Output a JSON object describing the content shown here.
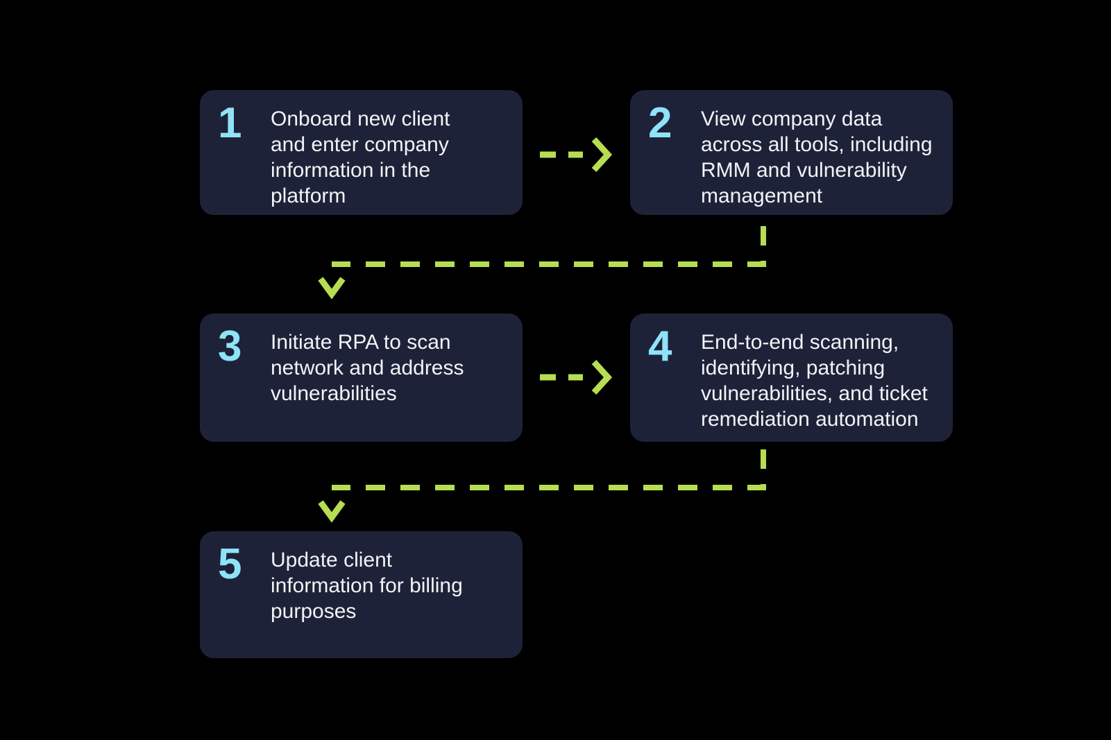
{
  "diagram": {
    "type": "process-flow",
    "steps": [
      {
        "number": "1",
        "text": "Onboard new client\nand enter company\ninformation in the\nplatform"
      },
      {
        "number": "2",
        "text": "View company data\nacross all tools, including\nRMM and vulnerability\nmanagement"
      },
      {
        "number": "3",
        "text": "Initiate RPA to scan\nnetwork and address\nvulnerabilities"
      },
      {
        "number": "4",
        "text": "End-to-end scanning,\nidentifying, patching\nvulnerabilities, and ticket\nremediation automation"
      },
      {
        "number": "5",
        "text": "Update client\ninformation for billing\npurposes"
      }
    ],
    "connections": [
      {
        "from": "1",
        "to": "2",
        "style": "dashed-arrow-right"
      },
      {
        "from": "2",
        "to": "3",
        "style": "dashed-elbow-down-left"
      },
      {
        "from": "3",
        "to": "4",
        "style": "dashed-arrow-right"
      },
      {
        "from": "4",
        "to": "5",
        "style": "dashed-elbow-down-left"
      }
    ]
  },
  "colors": {
    "canvas-bg": "#000000",
    "card-bg": "#1e2239",
    "step-number": "#8fe3f7",
    "connector": "#b7dd52",
    "text": "#f2f3f6"
  }
}
